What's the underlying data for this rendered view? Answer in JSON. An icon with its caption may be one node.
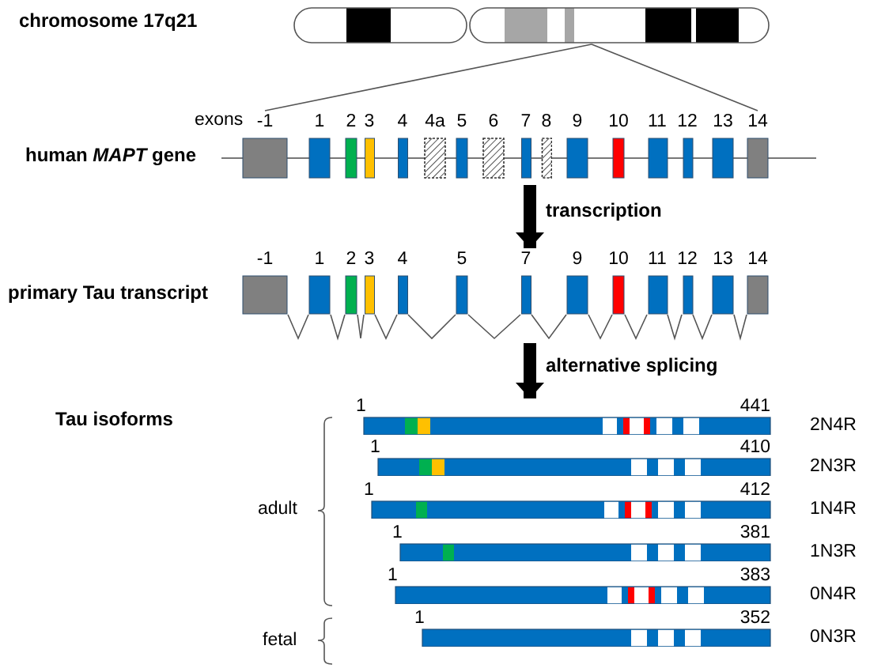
{
  "diagram": {
    "nodes": [
      {
        "text": [
          "human *MAPT* gene"
        ]
      },
      {
        "text": [
          "-1"
        ],
        "in": 0
      },
      {
        "text": [
          "1"
        ],
        "in": 0
      },
      {
        "text": [
          "2"
        ],
        "in": 0
      },
      {
        "text": [
          "3"
        ],
        "in": 0
      },
      {
        "text": [
          "4"
        ],
        "in": 0
      },
      {
        "text": [
          "4a"
        ],
        "in": 0
      },
      {
        "text": [
          "5"
        ],
        "in": 0
      },
      {
        "text": [
          "6"
        ],
        "in": 0
      },
      {
        "text": [
          "7"
        ],
        "in": 0
      },
      {
        "text": [
          "8"
        ],
        "in": 0
      },
      {
        "text": [
          "9"
        ],
        "in": 0
      },
      {
        "text": [
          "10"
        ],
        "in": 0
      },
      {
        "text": [
          "11"
        ],
        "in": 0
      },
      {
        "text": [
          "12"
        ],
        "in": 0
      },
      {
        "text": [
          "13"
        ],
        "in": 0
      },
      {
        "text": [
          "14"
        ],
        "in": 0
      },
      {
        "text": [
          "primary Tau transcript"
        ]
      },
      {
        "text": [
          "-1"
        ],
        "in": 17
      },
      {
        "text": [
          "1"
        ],
        "in": 17
      },
      {
        "text": [
          "2"
        ],
        "in": 17
      },
      {
        "text": [
          "3"
        ],
        "in": 17
      },
      {
        "text": [
          "4"
        ],
        "in": 17
      },
      {
        "text": [
          "5"
        ],
        "in": 17
      },
      {
        "text": [
          "7"
        ],
        "in": 17
      },
      {
        "text": [
          "9"
        ],
        "in": 17
      },
      {
        "text": [
          "10"
        ],
        "in": 17
      },
      {
        "text": [
          "11"
        ],
        "in": 17
      },
      {
        "text": [
          "12"
        ],
        "in": 17
      },
      {
        "text": [
          "13"
        ],
        "in": 17
      },
      {
        "text": [
          "14"
        ],
        "in": 17
      },
      {
        "text": [
          "Tau isoforms"
        ]
      },
      {
        "text": [],
        "shape": "bar",
        "in": 31,
        "beside": [
          "1",
          "441",
          "2N4R"
        ]
      },
      {
        "text": [],
        "shape": "bar",
        "in": 31,
        "beside": [
          "1",
          "410",
          "2N3R"
        ]
      },
      {
        "text": [],
        "shape": "bar",
        "in": 31,
        "beside": [
          "1",
          "412",
          "1N4R"
        ]
      },
      {
        "text": [],
        "shape": "bar",
        "in": 31,
        "beside": [
          "1",
          "381",
          "1N3R"
        ]
      },
      {
        "text": [],
        "shape": "bar",
        "in": 31,
        "beside": [
          "1",
          "383",
          "0N4R"
        ]
      },
      {
        "text": [],
        "shape": "bar",
        "in": 31,
        "beside": [
          "1",
          "352",
          "0N3R"
        ]
      },
      {
        "text": [],
        "shape": "chromosome"
      }
    ],
    "edges": [
      {
        "from": 0,
        "to": 17,
        "arrow": "to",
        "label": "transcription",
        "style": "thick"
      },
      {
        "from": 17,
        "to": 31,
        "arrow": "to",
        "label": "alternative splicing",
        "style": "thick"
      },
      {
        "from": 18,
        "to": 19,
        "arrow": "none"
      },
      {
        "from": 19,
        "to": 20,
        "arrow": "none"
      },
      {
        "from": 20,
        "to": 21,
        "arrow": "none"
      },
      {
        "from": 21,
        "to": 22,
        "arrow": "none"
      },
      {
        "from": 22,
        "to": 23,
        "arrow": "none"
      },
      {
        "from": 23,
        "to": 24,
        "arrow": "none"
      },
      {
        "from": 24,
        "to": 25,
        "arrow": "none"
      },
      {
        "from": 25,
        "to": 26,
        "arrow": "none"
      },
      {
        "from": 26,
        "to": 27,
        "arrow": "none"
      },
      {
        "from": 27,
        "to": 28,
        "arrow": "none"
      },
      {
        "from": 28,
        "to": 29,
        "arrow": "none"
      },
      {
        "from": 29,
        "to": 30,
        "arrow": "none"
      },
      {
        "from": 38,
        "to": 1,
        "arrow": "none"
      },
      {
        "from": 38,
        "to": 16,
        "arrow": "none"
      }
    ],
    "labels": [
      "chromosome 17q21",
      "exons",
      "adult",
      "fetal"
    ]
  }
}
